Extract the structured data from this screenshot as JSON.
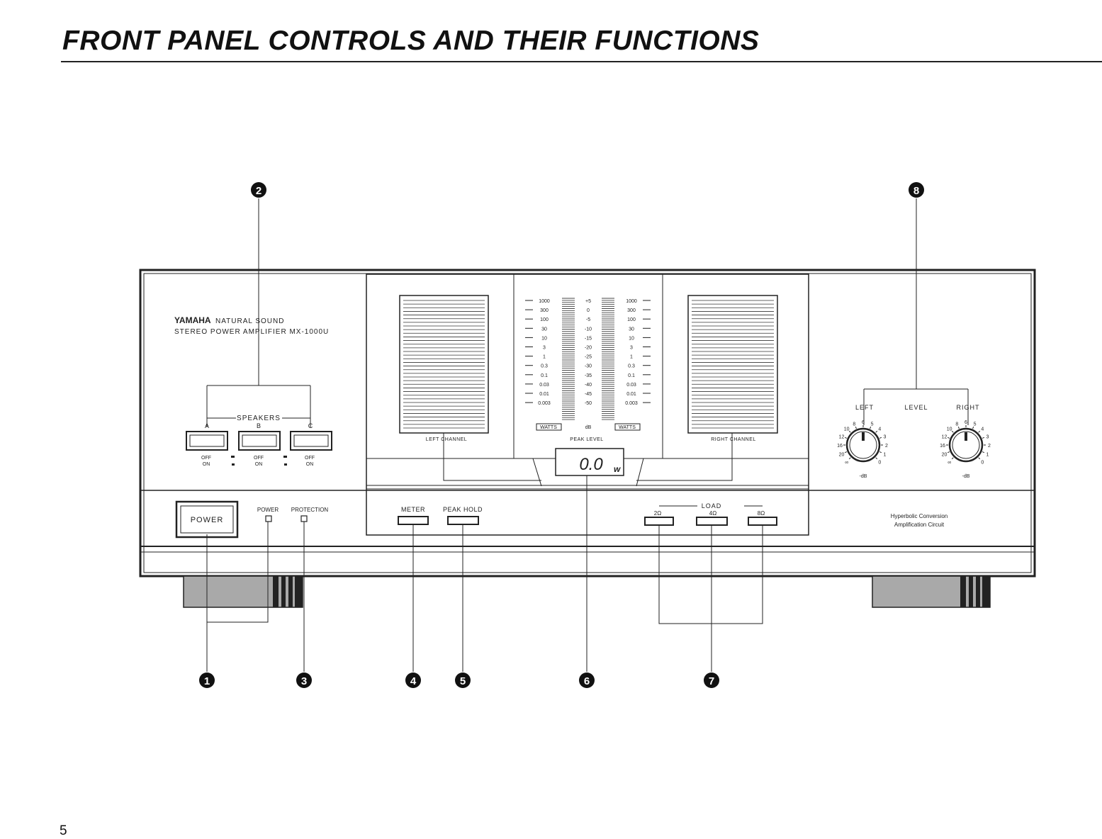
{
  "page": {
    "title": "FRONT PANEL CONTROLS AND THEIR FUNCTIONS",
    "number": "5"
  },
  "panel": {
    "brand": "YAMAHA",
    "line1_suffix": "NATURAL SOUND",
    "line2": "STEREO POWER AMPLIFIER MX-1000U",
    "speakers_label": "SPEAKERS",
    "speaker_buttons": [
      {
        "letter": "A",
        "off": "OFF",
        "on": "ON"
      },
      {
        "letter": "B",
        "off": "OFF",
        "on": "ON"
      },
      {
        "letter": "C",
        "off": "OFF",
        "on": "ON"
      }
    ],
    "power_label": "POWER",
    "indicators": {
      "power": "POWER",
      "protection": "PROTECTION"
    },
    "meter_button": "METER",
    "peak_hold_button": "PEAK HOLD",
    "left_channel": "LEFT CHANNEL",
    "right_channel": "RIGHT CHANNEL",
    "peak_level": "PEAK LEVEL",
    "display_value": "0.0",
    "display_unit": "w",
    "watts_scale": [
      "1000",
      "300",
      "100",
      "30",
      "10",
      "3",
      "1",
      "0.3",
      "0.1",
      "0.03",
      "0.01",
      "0.003"
    ],
    "db_scale": [
      "+5",
      "0",
      "-5",
      "-10",
      "-15",
      "-20",
      "-25",
      "-30",
      "-35",
      "-40",
      "-45",
      "-50"
    ],
    "scale_footer": {
      "watts": "WATTS",
      "db": "dB"
    },
    "load_label": "LOAD",
    "load_options": [
      "2Ω",
      "4Ω",
      "8Ω"
    ],
    "level_label": "LEVEL",
    "level_left": "LEFT",
    "level_right": "RIGHT",
    "knob_scale": [
      "0",
      "1",
      "2",
      "3",
      "4",
      "5",
      "6",
      "8",
      "10",
      "12",
      "16",
      "20",
      "∞"
    ],
    "knob_unit": "-dB",
    "hca_line1": "Hyperbolic Conversion",
    "hca_line2": "Amplification Circuit"
  },
  "callouts": [
    "1",
    "2",
    "3",
    "4",
    "5",
    "6",
    "7",
    "8"
  ]
}
